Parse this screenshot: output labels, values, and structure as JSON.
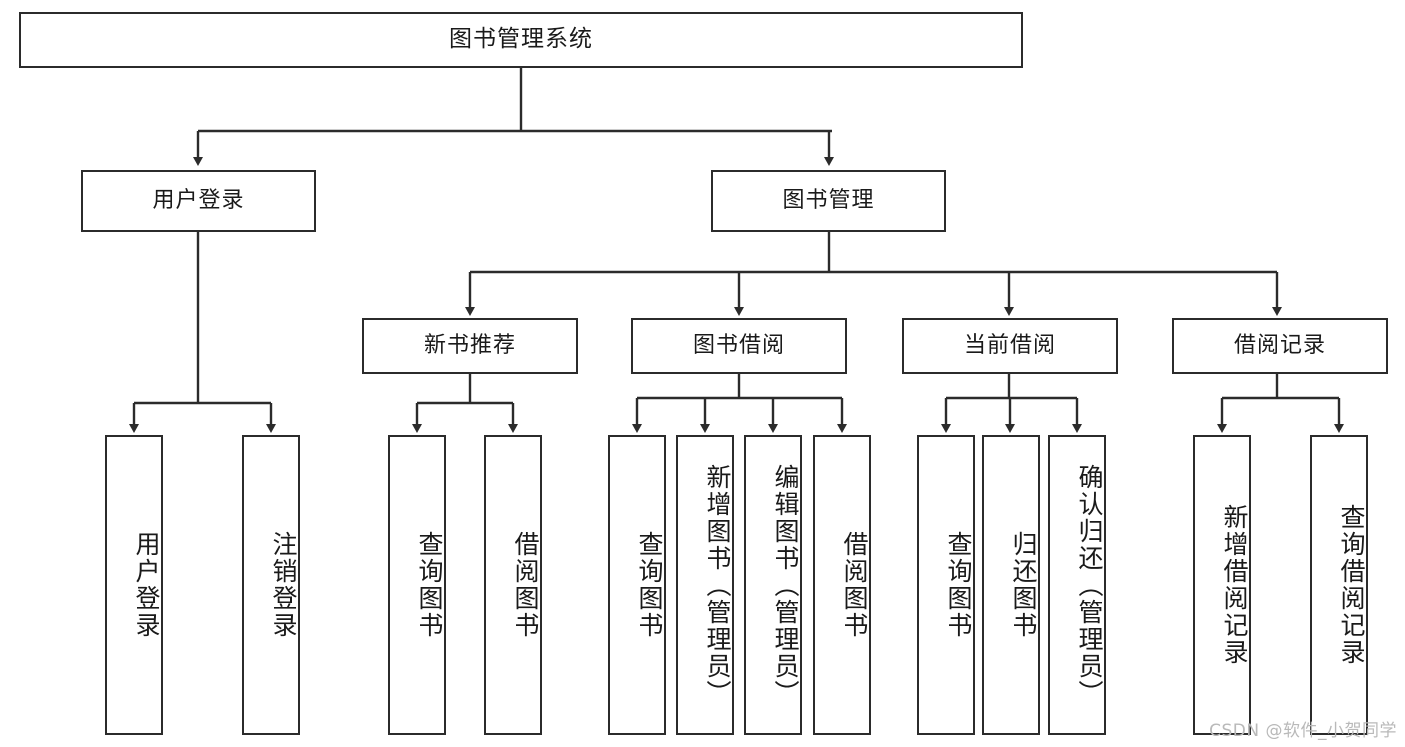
{
  "diagram": {
    "title": "图书管理系统",
    "watermark": "CSDN @软件_小贺同学",
    "colors": {
      "box_border": "#2b2b2b",
      "box_fill": "#ffffff",
      "connector": "#2b2b2b",
      "text": "#1a1a1a",
      "watermark": "#b9b9b9"
    },
    "root": {
      "label": "图书管理系统"
    },
    "level1": [
      {
        "label": "用户登录"
      },
      {
        "label": "图书管理"
      }
    ],
    "level2": [
      {
        "label": "新书推荐"
      },
      {
        "label": "图书借阅"
      },
      {
        "label": "当前借阅"
      },
      {
        "label": "借阅记录"
      }
    ],
    "leaves": {
      "user_login": [
        {
          "label": "用户登录"
        },
        {
          "label": "注销登录"
        }
      ],
      "new_book_recommend": [
        {
          "label": "查询图书"
        },
        {
          "label": "借阅图书"
        }
      ],
      "book_borrow": [
        {
          "label": "查询图书"
        },
        {
          "label": "新增图书（管理员）"
        },
        {
          "label": "编辑图书（管理员）"
        },
        {
          "label": "借阅图书"
        }
      ],
      "current_borrow": [
        {
          "label": "查询图书"
        },
        {
          "label": "归还图书"
        },
        {
          "label": "确认归还（管理员）"
        }
      ],
      "borrow_record": [
        {
          "label": "新增借阅记录"
        },
        {
          "label": "查询借阅记录"
        }
      ]
    }
  }
}
